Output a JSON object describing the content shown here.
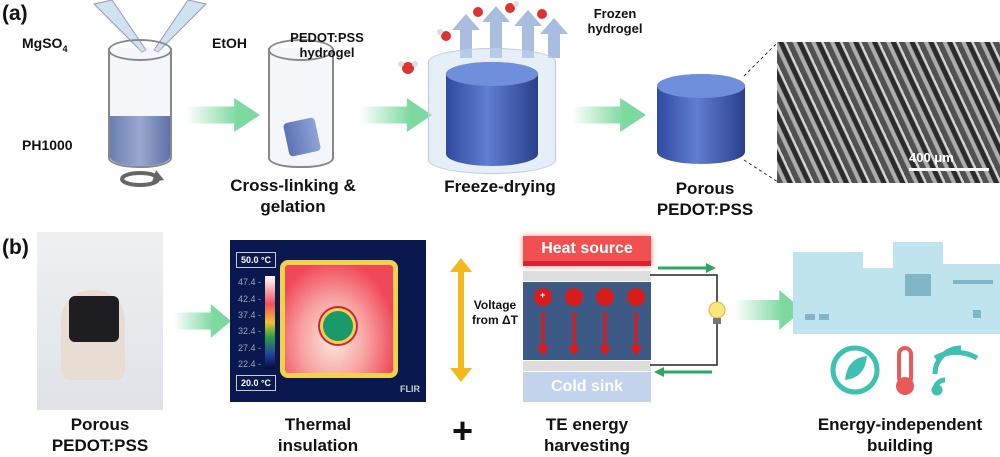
{
  "panel_a": {
    "label": "(a)",
    "mgso4": "MgSO",
    "mgso4_sub": "4",
    "etoh": "EtOH",
    "ph1000": "PH1000",
    "hydrogel_label": "PEDOT:PSS hydrogel",
    "frozen_label": "Frozen hydrogel",
    "step1": "Cross-linking & gelation",
    "step2": "Freeze-drying",
    "step3": "Porous PEDOT:PSS",
    "scale_bar": "400 μm"
  },
  "panel_b": {
    "label": "(b)",
    "photo_caption": "Porous PEDOT:PSS",
    "thermal": {
      "max": "50.0 °C",
      "min": "20.0 °C",
      "ticks": [
        "47.4 -",
        "42.4 -",
        "37.4 -",
        "32.4 -",
        "27.4 -",
        "22.4 -"
      ],
      "brand": "FLIR",
      "caption": "Thermal insulation"
    },
    "voltage_label": "Voltage from ΔT",
    "plus": "+",
    "te": {
      "heat": "Heat source",
      "cold": "Cold sink",
      "carrier": "+",
      "caption": "TE energy harvesting"
    },
    "building_caption": "Energy-independent building"
  },
  "colors": {
    "arrow": "#7cd9a0",
    "heat": "#f04848",
    "cold": "#b8cce8",
    "teal": "#3ec1b0"
  }
}
